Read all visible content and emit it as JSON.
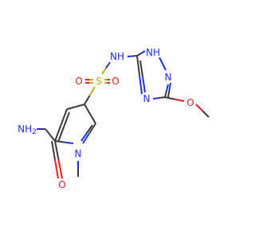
{
  "colors": {
    "carbon": "#3a3a3a",
    "nitrogen": "#1f30e8",
    "oxygen": "#ee1c1c",
    "sulfur": "#c5ad14",
    "background": "#ffffff"
  },
  "labels": {
    "amide_nh2": "NH",
    "amide_nh2_sub": "2",
    "amide_o": "O",
    "pyrrole_n": "N",
    "methyl_n": "",
    "sulfur": "S",
    "sulfonyl_o_left": "O",
    "sulfonyl_o_right": "O",
    "sulfonamide_nh": "NH",
    "triazole_nh": "NH",
    "triazole_n_top": "N",
    "triazole_n_bottom": "N",
    "methoxy_o": "O"
  }
}
